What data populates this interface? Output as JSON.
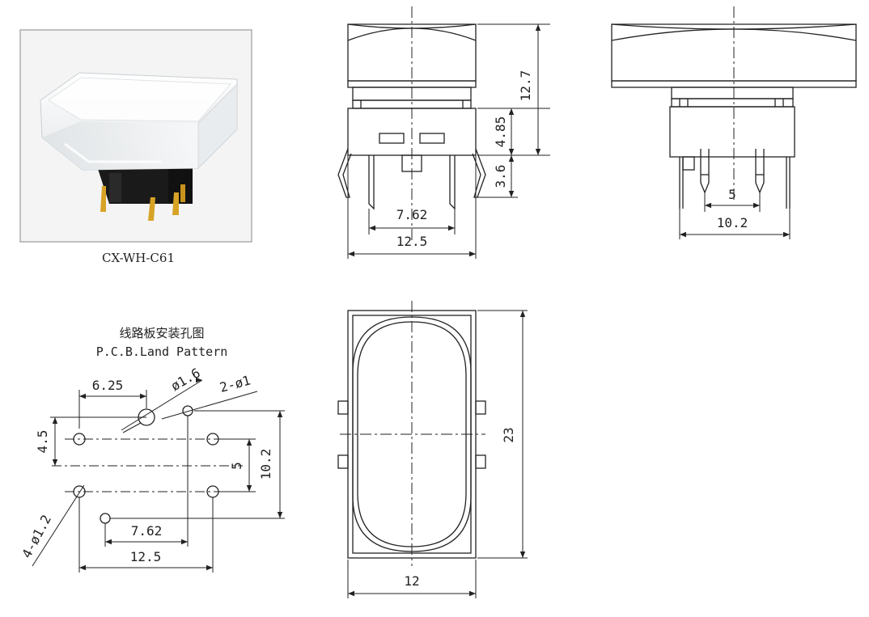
{
  "photo": {
    "caption": "CX-WH-C61"
  },
  "front_view": {
    "dim_height_total": "12.7",
    "dim_height_body": "4.85",
    "dim_pin_length": "3.6",
    "dim_pin_pitch": "7.62",
    "dim_body_width": "12.5"
  },
  "side_view": {
    "dim_inner_pitch": "5",
    "dim_outer_pitch": "10.2"
  },
  "pcb_pattern": {
    "title_cn": "线路板安装孔图",
    "title_en": "P.C.B.Land Pattern",
    "dim_6_25": "6.25",
    "dim_hole_large": "ø1.6",
    "dim_hole_small": "2-ø1",
    "dim_4_5": "4.5",
    "dim_5": "5",
    "dim_10_2": "10.2",
    "dim_hole_pins": "4-ø1.2",
    "dim_7_62": "7.62",
    "dim_12_5": "12.5"
  },
  "top_view": {
    "dim_length": "23",
    "dim_width": "12"
  },
  "colors": {
    "line": "#222222",
    "frame": "#9a9a9a",
    "photo_bg": "#f4f4f4"
  }
}
